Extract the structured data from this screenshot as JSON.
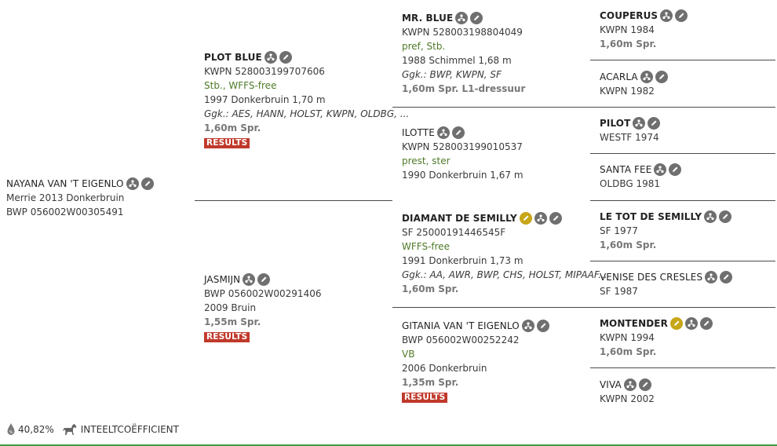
{
  "subject": {
    "name": "NAYANA VAN 'T EIGENLO",
    "line1": "Merrie 2013 Donkerbruin",
    "line2": "BWP 056002W00305491"
  },
  "sire": {
    "name": "PLOT BLUE",
    "id": "KWPN 528003199707606",
    "pred": "Stb., WFFS-free",
    "birth": "1997 Donkerbruin 1,70 m",
    "ggk": "Ggk.: AES, HANN, HOLST, KWPN, OLDBG, ...",
    "sport": "1,60m Spr.",
    "results": "RESULTS"
  },
  "dam": {
    "name": "JASMIJN",
    "id": "BWP 056002W00291406",
    "birth": "2009 Bruin",
    "sport": "1,55m Spr.",
    "results": "RESULTS"
  },
  "ss": {
    "name": "MR. BLUE",
    "id": "KWPN 528003198804049",
    "pred": "pref, Stb.",
    "birth": "1988 Schimmel 1,68 m",
    "ggk": "Ggk.: BWP, KWPN, SF",
    "sport": "1,60m Spr. L1-dressuur"
  },
  "sd": {
    "name": "ILOTTE",
    "id": "KWPN 528003199010537",
    "pred": "prest, ster",
    "birth": "1990 Donkerbruin 1,67 m"
  },
  "ds": {
    "name": "DIAMANT DE SEMILLY",
    "id": "SF 25000191446545F",
    "pred": "WFFS-free",
    "birth": "1991 Donkerbruin 1,73 m",
    "ggk": "Ggk.: AA, AWR, BWP, CHS, HOLST, MIPAAF...",
    "sport": "1,60m Spr."
  },
  "dd": {
    "name": "GITANIA VAN 'T EIGENLO",
    "id": "BWP 056002W00252242",
    "pred": "VB",
    "birth": "2006 Donkerbruin",
    "sport": "1,35m Spr.",
    "results": "RESULTS"
  },
  "sss": {
    "name": "COUPERUS",
    "line1": "KWPN 1984",
    "sport": "1,60m Spr."
  },
  "ssd": {
    "name": "ACARLA",
    "line1": "KWPN 1982"
  },
  "sds": {
    "name": "PILOT",
    "line1": "WESTF 1974"
  },
  "sdd": {
    "name": "SANTA FEE",
    "line1": "OLDBG 1981"
  },
  "dss": {
    "name": "LE TOT DE SEMILLY",
    "line1": "SF 1977",
    "sport": "1,60m Spr."
  },
  "dsd": {
    "name": "VENISE DES CRESLES",
    "line1": "SF 1987"
  },
  "dds": {
    "name": "MONTENDER",
    "line1": "KWPN 1994",
    "sport": "1,60m Spr."
  },
  "ddd": {
    "name": "VIVA",
    "line1": "KWPN 2002"
  },
  "footer": {
    "percent": "40,82%",
    "label": "INTEELTCOËFFICIENT"
  },
  "icons": {
    "pedigree": "pedigree-tree-icon",
    "edit": "edit-pencil-icon",
    "dna": "dna-marker-icon",
    "drop": "percentage-drop-icon",
    "horse": "horse-icon"
  },
  "colors": {
    "results_red": "#c0392b",
    "gold": "#c7a617",
    "icon_grey": "#6f6f6f",
    "green_text": "#4f7a27"
  }
}
